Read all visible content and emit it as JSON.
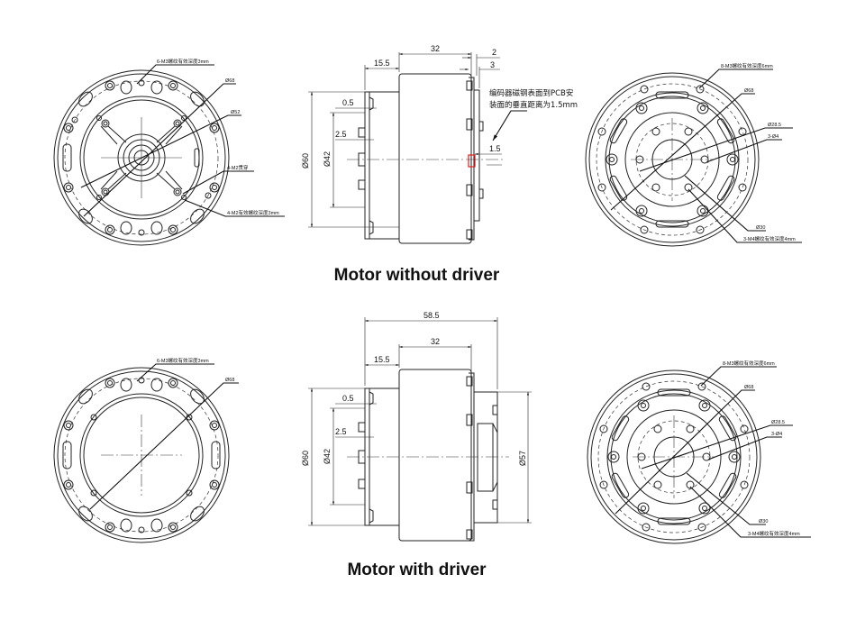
{
  "captions": {
    "top": "Motor without driver",
    "bottom": "Motor with driver"
  },
  "colors": {
    "line": "#222222",
    "highlight": "#e02020"
  },
  "top_row": {
    "front_view": {
      "labels": [
        "6-M3螺纹有效深度3mm",
        "Ø68",
        "Ø52",
        "4-M2贯穿",
        "4-M2有效螺纹深度3mm"
      ]
    },
    "side_view": {
      "dims": {
        "d32": "32",
        "d2": "2",
        "d3": "3",
        "d15_5": "15.5",
        "d0_5": "0.5",
        "d2_5": "2.5",
        "d60": "Ø60",
        "d42": "Ø42",
        "d1_5": "1.5"
      },
      "note_line1": "编码器磁钢表面到PCB安",
      "note_line2": "装面的垂直距离为1.5mm"
    },
    "rear_view": {
      "labels": [
        "8-M3螺纹有效深度6mm",
        "Ø68",
        "Ø28.5",
        "3-Ø4",
        "Ø30",
        "3-M4螺纹有效深度4mm"
      ]
    }
  },
  "bottom_row": {
    "front_view": {
      "labels": [
        "6-M3螺纹有效深度3mm",
        "Ø68"
      ]
    },
    "side_view": {
      "dims": {
        "d58_5": "58.5",
        "d32": "32",
        "d15_5": "15.5",
        "d0_5": "0.5",
        "d2_5": "2.5",
        "d60": "Ø60",
        "d42": "Ø42",
        "d57": "Ø57"
      }
    },
    "rear_view": {
      "labels": [
        "8-M3螺纹有效深度6mm",
        "Ø68",
        "Ø28.5",
        "3-Ø4",
        "Ø30",
        "3-M4螺纹有效深度4mm"
      ]
    }
  }
}
